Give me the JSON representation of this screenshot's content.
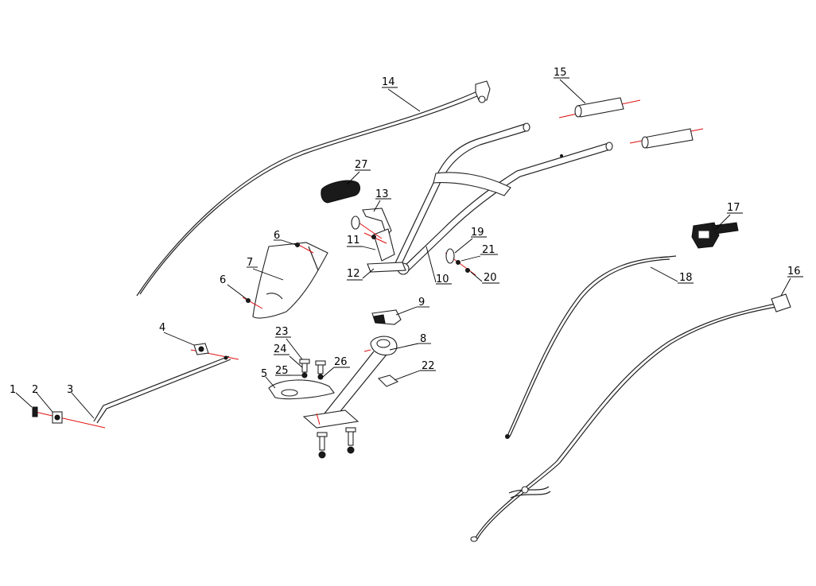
{
  "callouts": [
    "1",
    "2",
    "3",
    "4",
    "5",
    "6",
    "6",
    "7",
    "8",
    "9",
    "10",
    "11",
    "12",
    "13",
    "14",
    "15",
    "16",
    "17",
    "18",
    "19",
    "20",
    "21",
    "22",
    "23",
    "24",
    "25",
    "26",
    "27"
  ]
}
